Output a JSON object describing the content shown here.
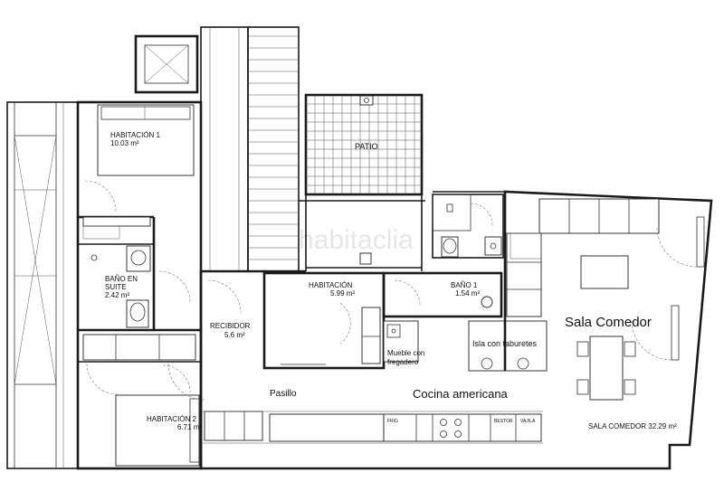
{
  "rooms": {
    "habitacion1": {
      "name": "HABITACIÓN 1",
      "area": "10.03 m²"
    },
    "bano_suite": {
      "name_line1": "BAÑO EN",
      "name_line2": "SUITE",
      "area": "2.42 m²"
    },
    "habitacion2": {
      "name": "HABITACIÓN 2",
      "area": "6.71 m²"
    },
    "recibidor": {
      "name": "RECIBIDOR",
      "area": "5.6 m²"
    },
    "patio": {
      "name": "PATIO"
    },
    "habitacion": {
      "name": "HABITACIÓN",
      "area": "5.99 m²"
    },
    "bano1": {
      "name": "BAÑO 1",
      "area": "1.54 m²"
    },
    "pasillo": {
      "name": "Pasillo"
    },
    "cocina": {
      "name": "Cocina americana"
    },
    "sala": {
      "name": "Sala Comedor",
      "area_label": "SALA COMEDOR 32.29 m²"
    }
  },
  "furniture": {
    "mueble_line1": "Mueble con",
    "mueble_line2": "fregadero",
    "isla": "Isla con taburetes",
    "appliances": [
      "FRIG",
      "BESTOR",
      "VAJILA"
    ]
  },
  "watermark": "habitaclia"
}
